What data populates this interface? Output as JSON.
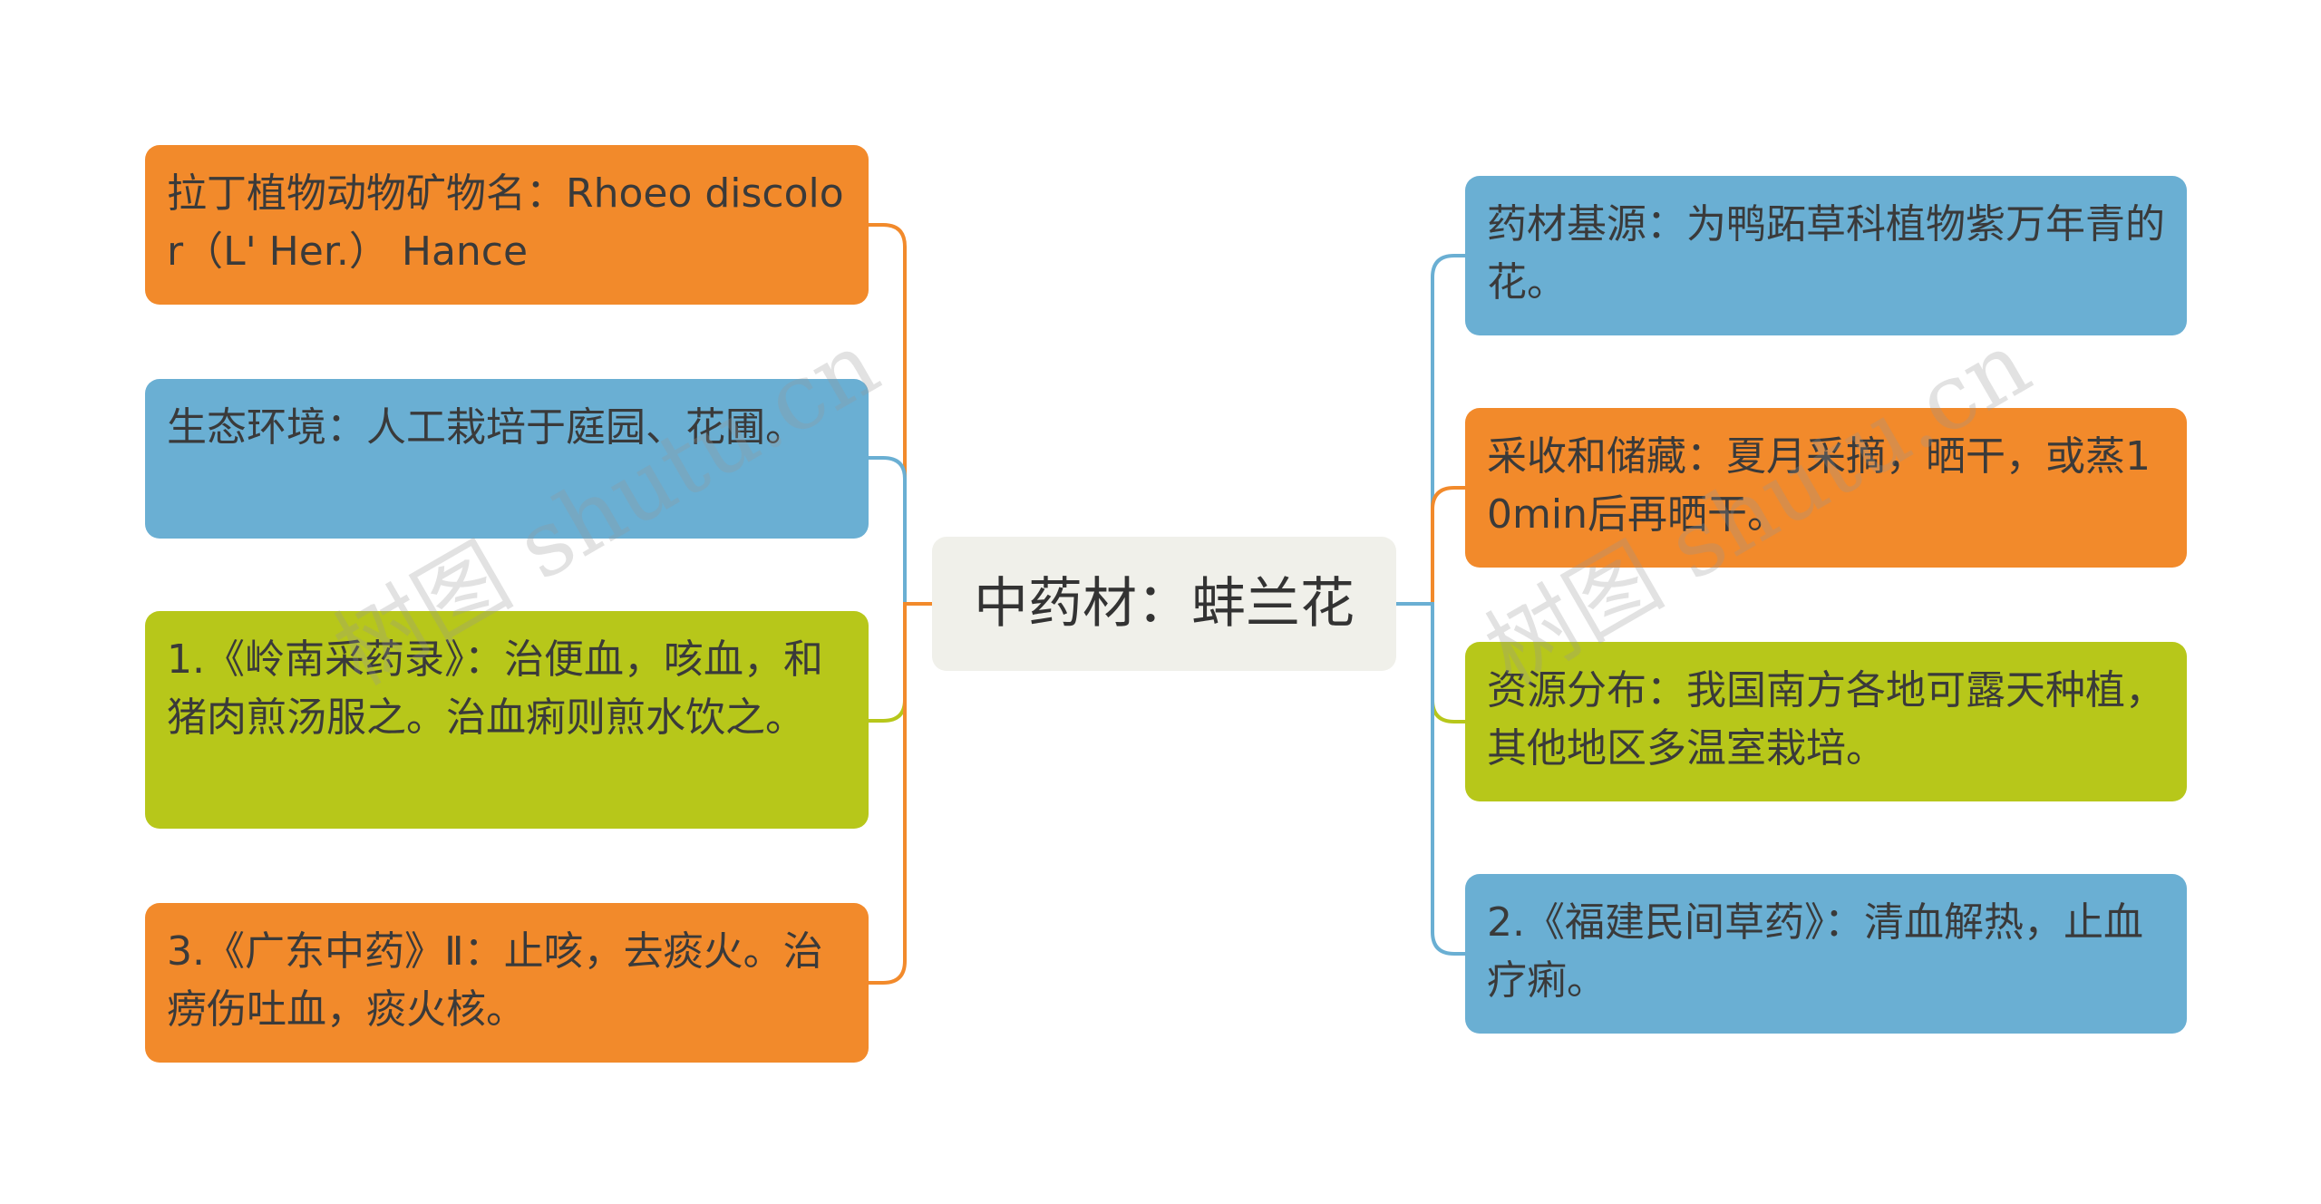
{
  "center": {
    "text": "中药材：蚌兰花"
  },
  "left_nodes": [
    {
      "text": "拉丁植物动物矿物名：Rhoeo discolor（L' Her.） Hance",
      "color": "#f28a2b"
    },
    {
      "text": "生态环境：人工栽培于庭园、花圃。",
      "color": "#6aafd3"
    },
    {
      "text": "1.《岭南采药录》：治便血，咳血，和猪肉煎汤服之。治血痢则煎水饮之。",
      "color": "#b7c71a"
    },
    {
      "text": "3.《广东中药》Ⅱ：止咳，去痰火。治痨伤吐血，痰火核。",
      "color": "#f28a2b"
    }
  ],
  "right_nodes": [
    {
      "text": "药材基源：为鸭跖草科植物紫万年青的花。",
      "color": "#6aafd3"
    },
    {
      "text": "采收和储藏：夏月采摘，晒干，或蒸10min后再晒干。",
      "color": "#f28a2b"
    },
    {
      "text": "资源分布：我国南方各地可露天种植，其他地区多温室栽培。",
      "color": "#b7c71a"
    },
    {
      "text": "2.《福建民间草药》：清血解热，止血疗痢。",
      "color": "#6aafd3"
    }
  ],
  "watermarks": [
    "树图 shutu.cn",
    "树图 shutu.cn"
  ]
}
